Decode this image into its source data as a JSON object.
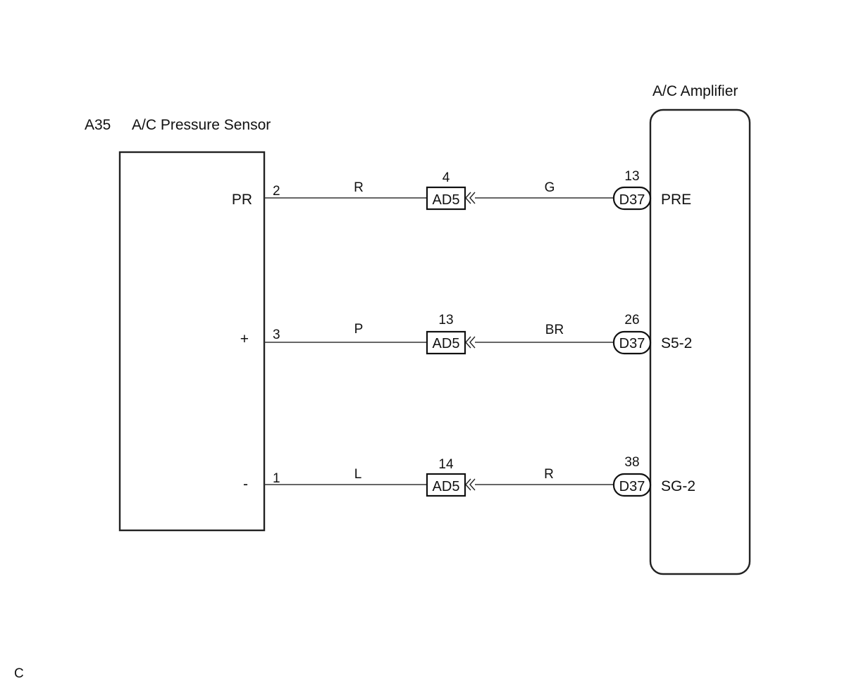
{
  "sensor": {
    "code": "A35",
    "name": "A/C Pressure Sensor"
  },
  "amplifier": {
    "name": "A/C Amplifier"
  },
  "circuits": [
    {
      "sensor_terminal": "PR",
      "sensor_pin": "2",
      "wire_color_sensor_side": "R",
      "junction_connector": "AD5",
      "junction_pin": "4",
      "wire_color_amplifier_side": "G",
      "amplifier_connector": "D37",
      "amplifier_pin": "13",
      "amplifier_terminal": "PRE"
    },
    {
      "sensor_terminal": "+",
      "sensor_pin": "3",
      "wire_color_sensor_side": "P",
      "junction_connector": "AD5",
      "junction_pin": "13",
      "wire_color_amplifier_side": "BR",
      "amplifier_connector": "D37",
      "amplifier_pin": "26",
      "amplifier_terminal": "S5-2"
    },
    {
      "sensor_terminal": "-",
      "sensor_pin": "1",
      "wire_color_sensor_side": "L",
      "junction_connector": "AD5",
      "junction_pin": "14",
      "wire_color_amplifier_side": "R",
      "amplifier_connector": "D37",
      "amplifier_pin": "38",
      "amplifier_terminal": "SG-2"
    }
  ],
  "footer_code": "C"
}
